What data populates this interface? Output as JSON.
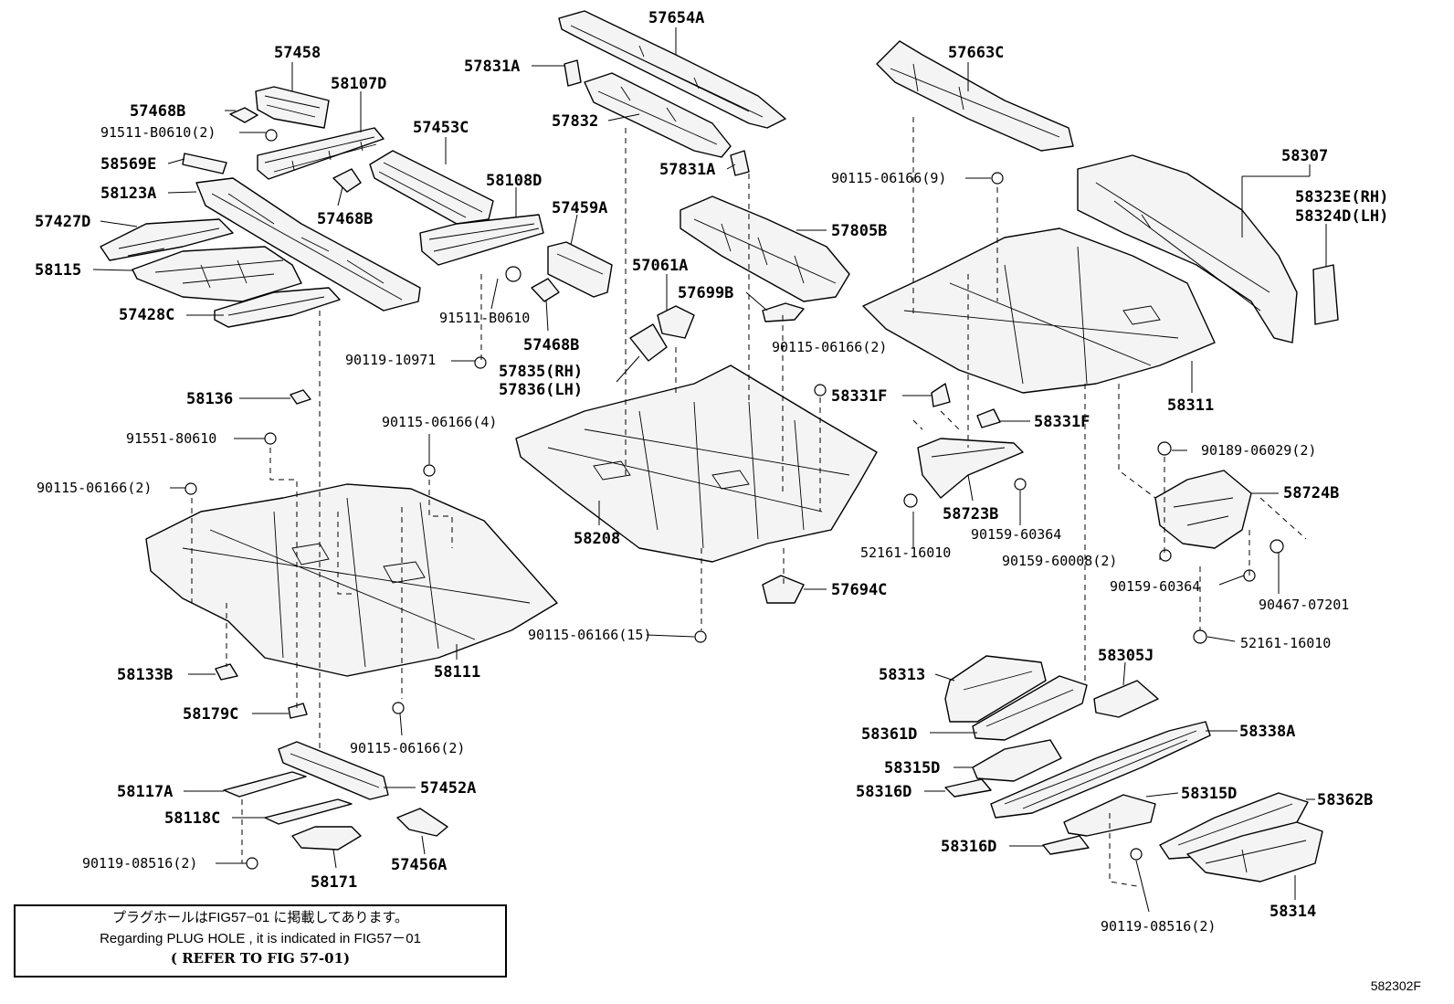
{
  "note": {
    "line_jp": "プラグホールはFIG57−01 に掲載してあります。",
    "line_en": "Regarding  PLUG  HOLE  ,  it  is  indicated  in  FIG57－01",
    "line_ref": "( REFER TO FIG 57-01)"
  },
  "figure_code": "582302F",
  "labels": [
    "57458",
    "58107D",
    "57468B",
    "91511-B0610(2)",
    "58569E",
    "58123A",
    "57427D",
    "58115",
    "57428C",
    "57453C",
    "57468B",
    "58108D",
    "57459A",
    "91511-B0610",
    "57468B",
    "90119-10971",
    "57654A",
    "57831A",
    "57832",
    "57831A",
    "57805B",
    "57061A",
    "57699B",
    "57835(RH)",
    "57836(LH)",
    "90115-06166(2)",
    "58208",
    "57694C",
    "90115-06166(15)",
    "57663C",
    "90115-06166(9)",
    "58307",
    "58323E(RH)",
    "58324D(LH)",
    "58331F",
    "58331F",
    "58311",
    "58136",
    "91551-80610",
    "90115-06166(2)",
    "90115-06166(4)",
    "58111",
    "58133B",
    "58179C",
    "90115-06166(2)",
    "58117A",
    "57452A",
    "58118C",
    "58171",
    "57456A",
    "90119-08516(2)",
    "58723B",
    "52161-16010",
    "90159-60364",
    "90189-06029(2)",
    "58724B",
    "90159-60008(2)",
    "90159-60364",
    "90467-07201",
    "52161-16010",
    "58313",
    "58305J",
    "58361D",
    "58338A",
    "58315D",
    "58316D",
    "58315D",
    "58362B",
    "58316D",
    "90119-08516(2)",
    "58314"
  ]
}
